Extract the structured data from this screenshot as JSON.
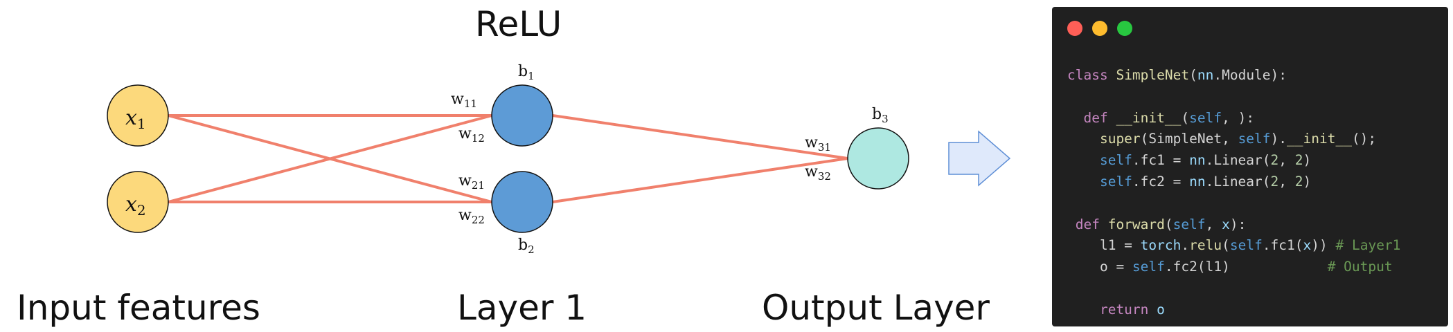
{
  "colors": {
    "edge": "#f0806c",
    "input_node": "#fcd97c",
    "hidden_node": "#5d9bd6",
    "output_node": "#aee8e1",
    "arrow_fill": "#dfe9fb",
    "arrow_stroke": "#5f8fd6"
  },
  "headings": {
    "activation": "ReLU",
    "input_layer": "Input features",
    "hidden_layer": "Layer 1",
    "output_layer": "Output Layer"
  },
  "nodes": {
    "x1": {
      "base": "x",
      "sub": "1"
    },
    "x2": {
      "base": "x",
      "sub": "2"
    }
  },
  "biases": {
    "b1": {
      "base": "b",
      "sub": "1"
    },
    "b2": {
      "base": "b",
      "sub": "2"
    },
    "b3": {
      "base": "b",
      "sub": "3"
    }
  },
  "weights": {
    "w11": {
      "base": "w",
      "sub": "11"
    },
    "w12": {
      "base": "w",
      "sub": "12"
    },
    "w21": {
      "base": "w",
      "sub": "21"
    },
    "w22": {
      "base": "w",
      "sub": "22"
    },
    "w31": {
      "base": "w",
      "sub": "31"
    },
    "w32": {
      "base": "w",
      "sub": "32"
    }
  },
  "arrow_icon": "right-arrow-icon",
  "code_window": {
    "buttons": [
      "close",
      "minimize",
      "maximize"
    ],
    "lines": [
      [
        {
          "t": "class ",
          "c": "keyword"
        },
        {
          "t": "SimpleNet",
          "c": "func"
        },
        {
          "t": "(",
          "c": "plain"
        },
        {
          "t": "nn",
          "c": "cls"
        },
        {
          "t": ".Module):",
          "c": "plain"
        }
      ],
      [],
      [
        {
          "t": "  def ",
          "c": "def"
        },
        {
          "t": "__init__",
          "c": "func"
        },
        {
          "t": "(",
          "c": "plain"
        },
        {
          "t": "self",
          "c": "self"
        },
        {
          "t": ", ):",
          "c": "plain"
        }
      ],
      [
        {
          "t": "    super",
          "c": "call"
        },
        {
          "t": "(SimpleNet, ",
          "c": "plain"
        },
        {
          "t": "self",
          "c": "self"
        },
        {
          "t": ").",
          "c": "plain"
        },
        {
          "t": "__init__",
          "c": "call"
        },
        {
          "t": "();",
          "c": "plain"
        }
      ],
      [
        {
          "t": "    self",
          "c": "self"
        },
        {
          "t": ".fc1 = ",
          "c": "plain"
        },
        {
          "t": "nn",
          "c": "cls"
        },
        {
          "t": ".Linear(",
          "c": "plain"
        },
        {
          "t": "2",
          "c": "num"
        },
        {
          "t": ", ",
          "c": "plain"
        },
        {
          "t": "2",
          "c": "num"
        },
        {
          "t": ")",
          "c": "plain"
        }
      ],
      [
        {
          "t": "    self",
          "c": "self"
        },
        {
          "t": ".fc2 = ",
          "c": "plain"
        },
        {
          "t": "nn",
          "c": "cls"
        },
        {
          "t": ".Linear(",
          "c": "plain"
        },
        {
          "t": "2",
          "c": "num"
        },
        {
          "t": ", ",
          "c": "plain"
        },
        {
          "t": "2",
          "c": "num"
        },
        {
          "t": ")",
          "c": "plain"
        }
      ],
      [],
      [
        {
          "t": " def ",
          "c": "def"
        },
        {
          "t": "forward",
          "c": "func"
        },
        {
          "t": "(",
          "c": "plain"
        },
        {
          "t": "self",
          "c": "self"
        },
        {
          "t": ", ",
          "c": "plain"
        },
        {
          "t": "x",
          "c": "cls"
        },
        {
          "t": "):",
          "c": "plain"
        }
      ],
      [
        {
          "t": "    l1 = ",
          "c": "plain"
        },
        {
          "t": "torch",
          "c": "cls"
        },
        {
          "t": ".",
          "c": "plain"
        },
        {
          "t": "relu",
          "c": "call"
        },
        {
          "t": "(",
          "c": "plain"
        },
        {
          "t": "self",
          "c": "self"
        },
        {
          "t": ".fc1(",
          "c": "plain"
        },
        {
          "t": "x",
          "c": "cls"
        },
        {
          "t": ")) ",
          "c": "plain"
        },
        {
          "t": "# Layer1",
          "c": "comment"
        }
      ],
      [
        {
          "t": "    o = ",
          "c": "plain"
        },
        {
          "t": "self",
          "c": "self"
        },
        {
          "t": ".fc2(l1)            ",
          "c": "plain"
        },
        {
          "t": "# Output",
          "c": "comment"
        }
      ],
      [],
      [
        {
          "t": "    return ",
          "c": "keyword"
        },
        {
          "t": "o",
          "c": "cls"
        }
      ]
    ]
  }
}
